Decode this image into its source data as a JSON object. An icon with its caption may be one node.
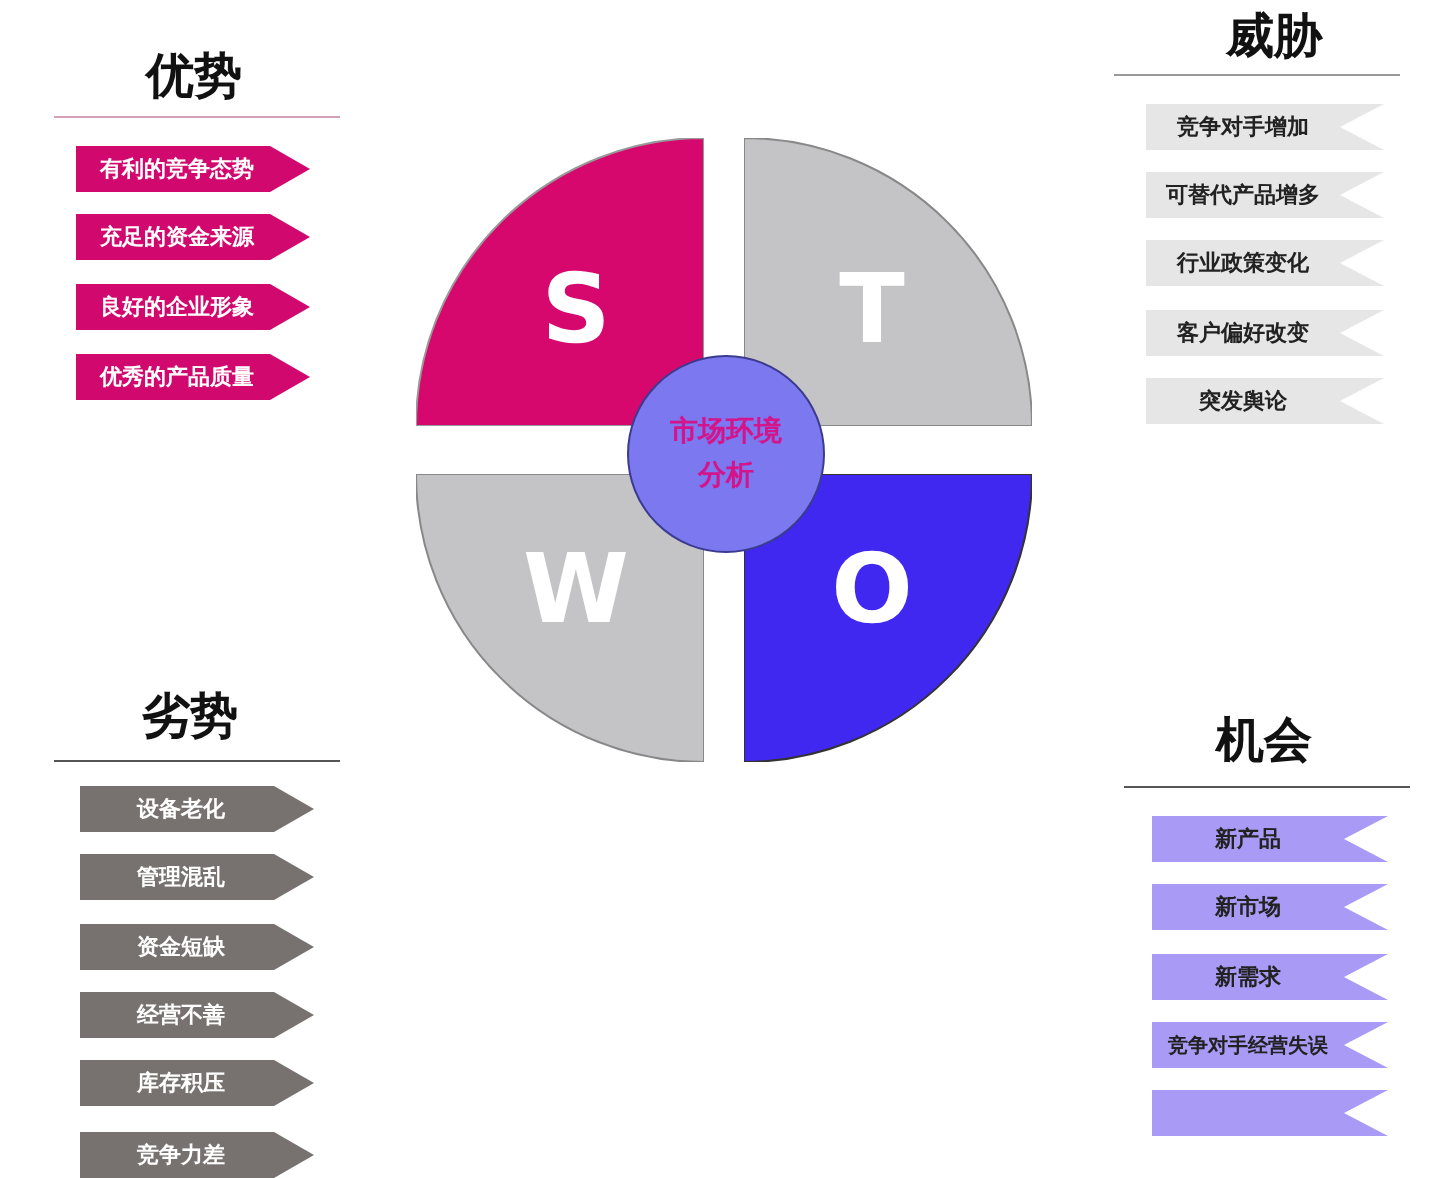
{
  "diagram": {
    "nodes": [
      {
        "text": [
          "S"
        ]
      },
      {
        "text": [
          "T"
        ]
      },
      {
        "text": [
          "W"
        ]
      },
      {
        "text": [
          "O"
        ]
      },
      {
        "text": [
          "市场环境分析"
        ]
      },
      {
        "text": [
          "有利的竞争态势"
        ]
      },
      {
        "text": [
          "充足的资金来源"
        ]
      },
      {
        "text": [
          "良好的企业形象"
        ]
      },
      {
        "text": [
          "优秀的产品质量"
        ]
      },
      {
        "text": [
          "竞争对手增加"
        ]
      },
      {
        "text": [
          "可替代产品增多"
        ]
      },
      {
        "text": [
          "行业政策变化"
        ]
      },
      {
        "text": [
          "客户偏好改变"
        ]
      },
      {
        "text": [
          "突发舆论"
        ]
      },
      {
        "text": [
          "设备老化"
        ]
      },
      {
        "text": [
          "管理混乱"
        ]
      },
      {
        "text": [
          "资金短缺"
        ]
      },
      {
        "text": [
          "经营不善"
        ]
      },
      {
        "text": [
          "库存积压"
        ]
      },
      {
        "text": [
          "竞争力差"
        ]
      },
      {
        "text": [
          "新产品"
        ]
      },
      {
        "text": [
          "新市场"
        ]
      },
      {
        "text": [
          "新需求"
        ]
      },
      {
        "text": [
          "竞争对手经营失误"
        ]
      },
      {
        "text": [],
        "shape": "box"
      }
    ],
    "edges": [],
    "labels": [
      "优势",
      "威胁",
      "劣势",
      "机会"
    ]
  }
}
